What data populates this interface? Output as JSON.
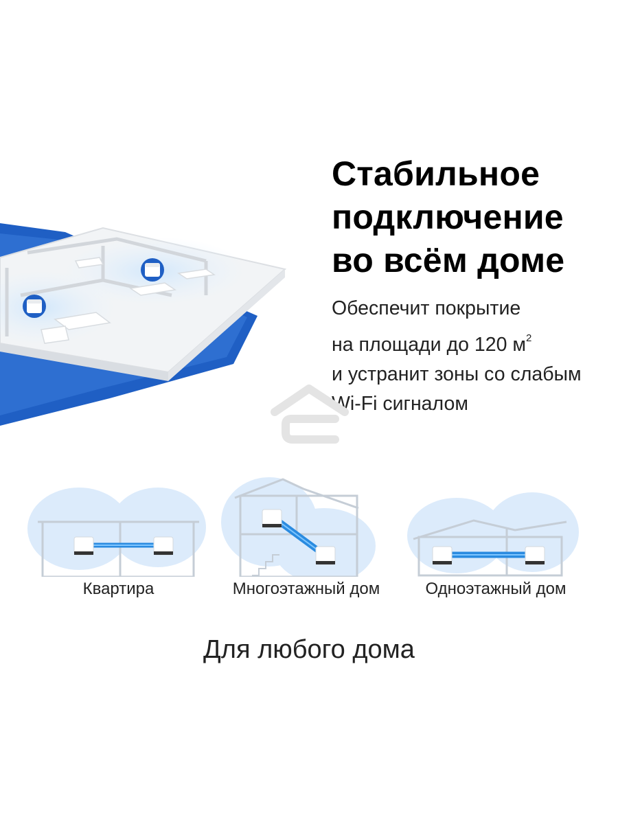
{
  "headline": {
    "line1": "Стабильное",
    "line2": "подключение",
    "line3": "во всём доме"
  },
  "description": {
    "line1": "Обеспечит покрытие",
    "line2": "на площади до 120 м",
    "superscript": "2",
    "line3": "и устранит зоны со слабым",
    "line4": "Wi-Fi сигналом"
  },
  "scenarios": [
    {
      "label": "Квартира",
      "icon": "apartment-coverage-icon"
    },
    {
      "label": "Многоэтажный дом",
      "icon": "multistory-house-coverage-icon"
    },
    {
      "label": "Одноэтажный дом",
      "icon": "single-story-house-coverage-icon"
    }
  ],
  "footer": {
    "title": "Для любого дома"
  },
  "colors": {
    "accent_blue": "#1f5fc4",
    "signal_blue": "#2a8be0",
    "text": "#111111"
  }
}
